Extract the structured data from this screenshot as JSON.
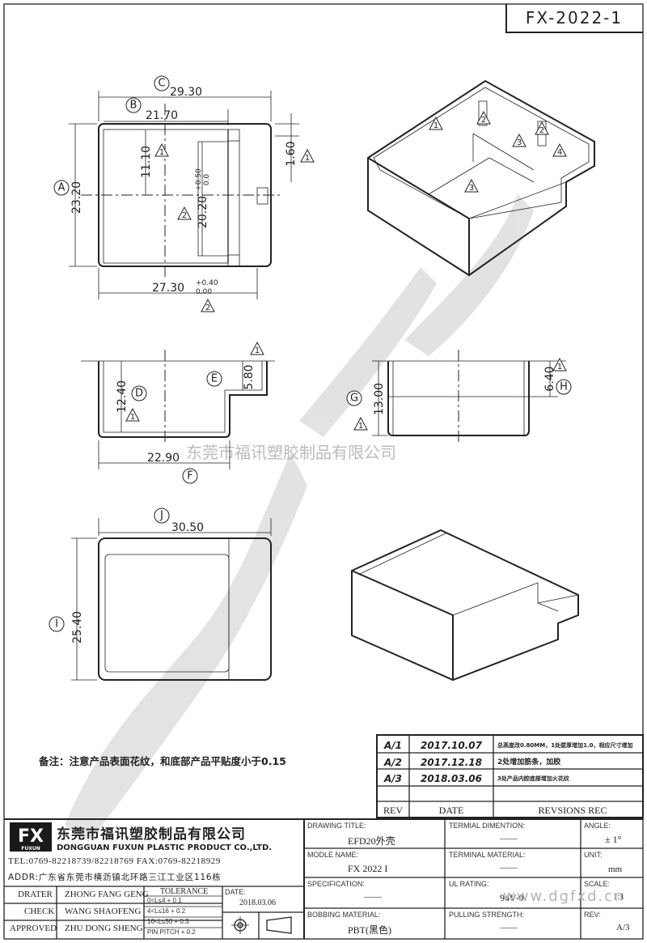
{
  "drawing_number": "FX-2022-1",
  "dimensions": {
    "c_width": "29.30",
    "b_width": "21.70",
    "d_11": "11.10",
    "d_1_60": "1.60",
    "a_height": "23.20",
    "d_20_20": "20.20",
    "tol_20_20": "+0.50\n0.0",
    "d_27_30": "27.30",
    "tol_27_30_up": "+0.40",
    "tol_27_30_dn": "0.00",
    "d_12_40": "12.40",
    "d_5_80": "5.80",
    "d_22_90": "22.90",
    "d_13_00": "13.00",
    "d_6_40": "6.40",
    "d_30_50": "30.50",
    "d_25_40": "25.40"
  },
  "markers": {
    "a": "A",
    "b": "B",
    "c": "C",
    "d": "D",
    "e": "E",
    "f": "F",
    "g": "G",
    "h": "H",
    "i": "I",
    "j": "J"
  },
  "revision_marks": {
    "r1": "1",
    "r2": "2",
    "r3": "3",
    "r4": "4"
  },
  "note": "备注：注意产品表面花纹，和底部产品平贴度小于0.15",
  "watermark": "东莞市福讯塑胶制品有限公司",
  "revisions": [
    {
      "rev": "A/1",
      "date": "2017.10.07",
      "desc": "总高度改0.80MM，1处壁厚增加1.0，相应尺寸增加"
    },
    {
      "rev": "A/2",
      "date": "2017.12.18",
      "desc": "2处增加筋条，加胶"
    },
    {
      "rev": "A/3",
      "date": "2018.03.06",
      "desc": "3处产品内腔底部增加火花纹"
    }
  ],
  "rev_header": {
    "rev": "REV",
    "date": "DATE",
    "desc": "REVSIONS REC"
  },
  "company": {
    "logo": "FX",
    "logo_sub": "FUXUN",
    "name_cn": "东莞市福讯塑胶制品有限公司",
    "name_en": "DONGGUAN FUXUN PLASTIC PRODUCT CO.,LTD.",
    "tel": "TEL:0769-82218739/82218769 FAX:0769-82218929",
    "addr": "ADDR:广东省东莞市横沥镇北环路三江工业区116栋"
  },
  "signoff": [
    {
      "role": "DRATER",
      "name": "ZHONG FANG GENG"
    },
    {
      "role": "CHECK",
      "name": "WANG SHAOFENG"
    },
    {
      "role": "APPROVED",
      "name": "ZHU DONG SHENG"
    }
  ],
  "tolerance": {
    "title": "TOLERANCE",
    "rows": [
      "0<L≤4    + 0.1",
      "4<L≤16    + 0.2",
      "16<L≤50  + 0.3",
      "PIN PITCH + 0.2"
    ]
  },
  "date_label": "DATE:",
  "date_value": "2018.03.06",
  "fields": {
    "drawing_title_label": "DRAWING TITLE:",
    "drawing_title": "EFD20外壳",
    "terminal_dim_label": "TERMIAL DIMENTION:",
    "terminal_dim": "——",
    "angle_label": "ANGLE:",
    "angle": "± 1°",
    "model_label": "MODLE NAME:",
    "model": "FX 2022 I",
    "terminal_mat_label": "TERMINAL MATERIAL:",
    "terminal_mat": "——",
    "unit_label": "UNIT:",
    "unit": "mm",
    "spec_label": "SPECIFICATION:",
    "spec": "——",
    "ul_label": "UL RATING:",
    "ul": "94V-0",
    "scale_label": "SCALE:",
    "scale": "1:1",
    "bobbin_label": "BOBBING MATERIAL:",
    "bobbin": "PBT(黑色)",
    "pull_label": "PULLING STRENGTH:",
    "pull": "——",
    "rev_label": "REV:",
    "rev": "A/3",
    "website": "www.dgfxd.cn"
  }
}
